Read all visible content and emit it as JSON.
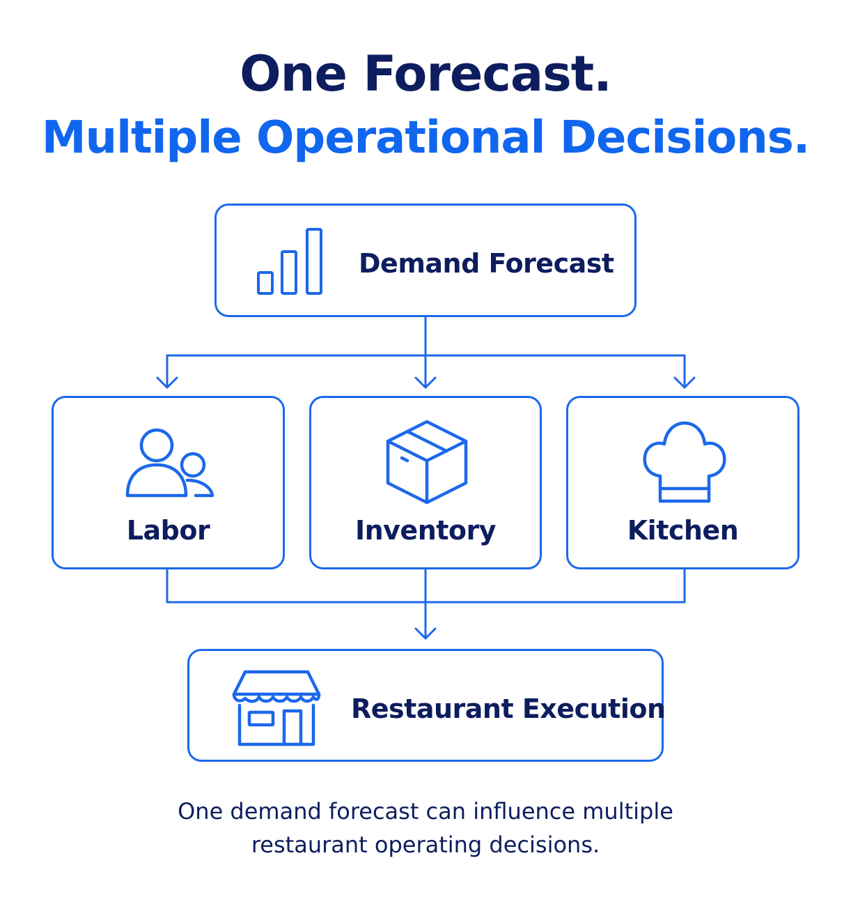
{
  "title": {
    "line1": "One Forecast.",
    "line2": "Multiple Operational Decisions."
  },
  "colors": {
    "navy": "#0d1d5e",
    "accent_blue": "#1166ee",
    "line_blue": "#1b68ea",
    "background": "#ffffff"
  },
  "nodes": {
    "forecast": {
      "label": "Demand Forecast",
      "icon": "bar-chart-icon"
    },
    "labor": {
      "label": "Labor",
      "icon": "people-icon"
    },
    "inventory": {
      "label": "Inventory",
      "icon": "box-icon"
    },
    "kitchen": {
      "label": "Kitchen",
      "icon": "chef-hat-icon"
    },
    "execution": {
      "label": "Restaurant Execution",
      "icon": "storefront-icon"
    }
  },
  "edges": [
    {
      "from": "Demand Forecast",
      "to": "Labor"
    },
    {
      "from": "Demand Forecast",
      "to": "Inventory"
    },
    {
      "from": "Demand Forecast",
      "to": "Kitchen"
    },
    {
      "from": "Labor",
      "to": "Restaurant Execution"
    },
    {
      "from": "Inventory",
      "to": "Restaurant Execution"
    },
    {
      "from": "Kitchen",
      "to": "Restaurant Execution"
    }
  ],
  "caption": {
    "line1": "One demand forecast can influence multiple",
    "line2": "restaurant operating decisions."
  }
}
